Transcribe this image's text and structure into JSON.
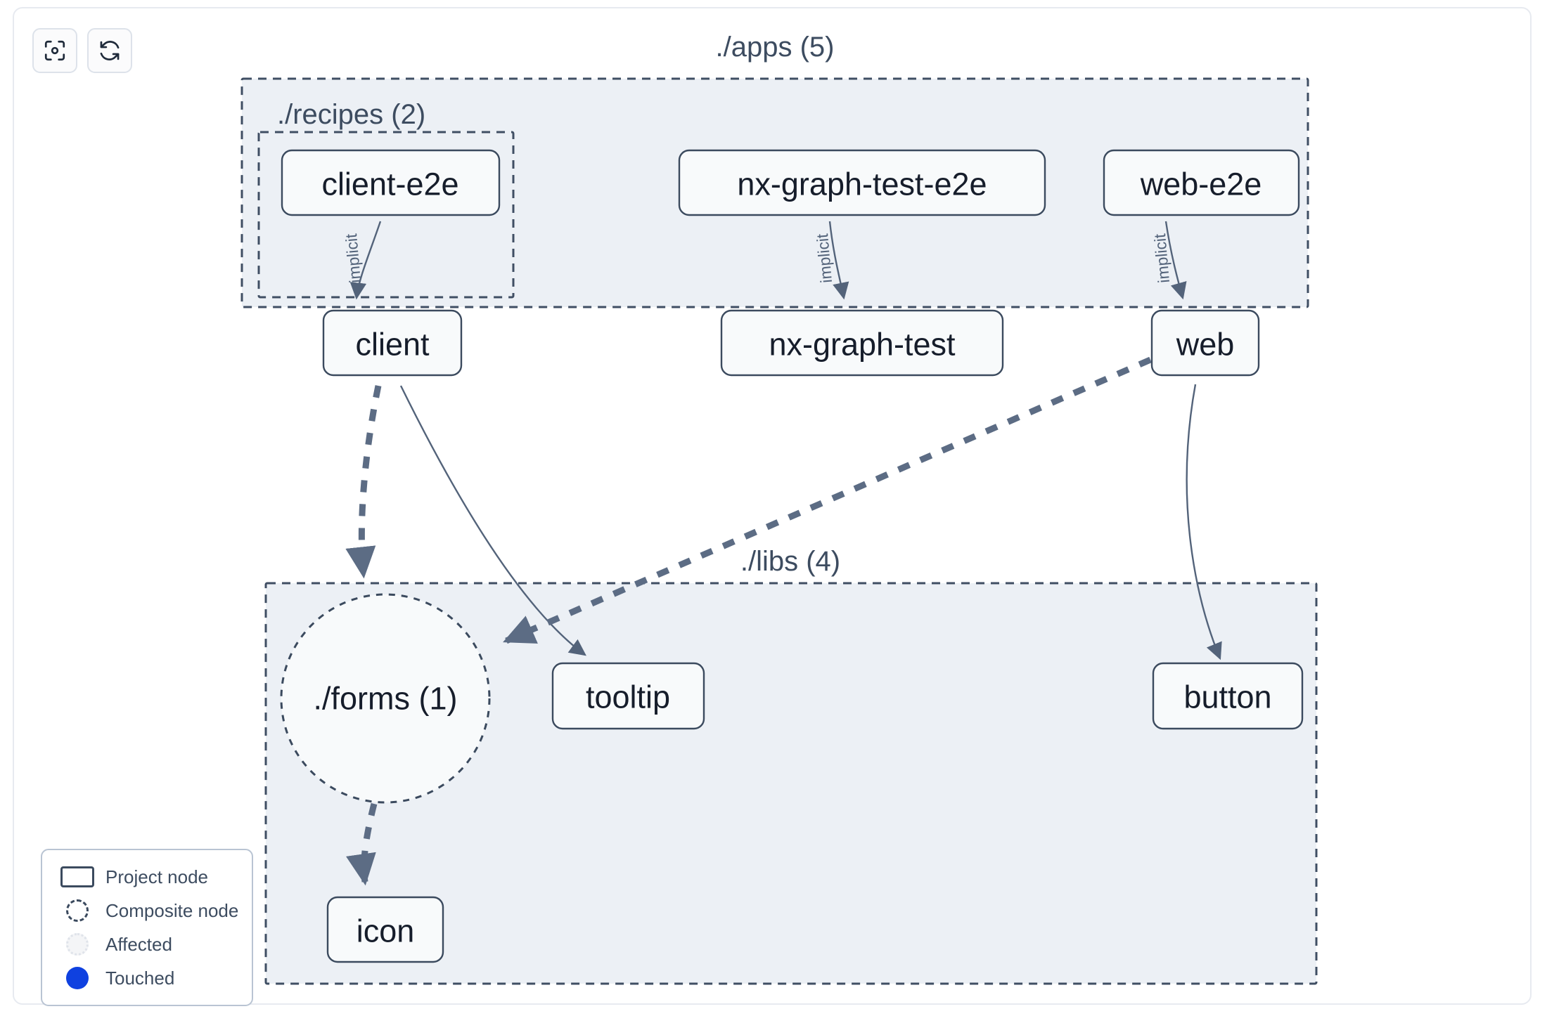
{
  "toolbar": {
    "buttons": [
      {
        "name": "focus-graph-button",
        "icon": "focus-target-icon"
      },
      {
        "name": "refresh-graph-button",
        "icon": "refresh-icon"
      }
    ]
  },
  "graph": {
    "groups": [
      {
        "id": "apps",
        "label": "./apps (5)",
        "label_align": "center"
      },
      {
        "id": "recipes",
        "label": "./recipes (2)",
        "label_align": "left"
      },
      {
        "id": "libs",
        "label": "./libs (4)",
        "label_align": "center"
      }
    ],
    "nodes": [
      {
        "id": "client-e2e",
        "label": "client-e2e",
        "type": "project"
      },
      {
        "id": "nx-graph-test-e2e",
        "label": "nx-graph-test-e2e",
        "type": "project"
      },
      {
        "id": "web-e2e",
        "label": "web-e2e",
        "type": "project"
      },
      {
        "id": "client",
        "label": "client",
        "type": "project"
      },
      {
        "id": "nx-graph-test",
        "label": "nx-graph-test",
        "type": "project"
      },
      {
        "id": "web",
        "label": "web",
        "type": "project"
      },
      {
        "id": "forms",
        "label": "./forms (1)",
        "type": "composite"
      },
      {
        "id": "tooltip",
        "label": "tooltip",
        "type": "project"
      },
      {
        "id": "button",
        "label": "button",
        "type": "project"
      },
      {
        "id": "icon",
        "label": "icon",
        "type": "project"
      }
    ],
    "edges": [
      {
        "from": "client-e2e",
        "to": "client",
        "label": "implicit",
        "style": "thin"
      },
      {
        "from": "nx-graph-test-e2e",
        "to": "nx-graph-test",
        "label": "implicit",
        "style": "thin"
      },
      {
        "from": "web-e2e",
        "to": "web",
        "label": "implicit",
        "style": "thin"
      },
      {
        "from": "client",
        "to": "forms",
        "label": "",
        "style": "thick"
      },
      {
        "from": "client",
        "to": "tooltip",
        "label": "",
        "style": "thin"
      },
      {
        "from": "web",
        "to": "forms",
        "label": "",
        "style": "thick"
      },
      {
        "from": "web",
        "to": "button",
        "label": "",
        "style": "thin"
      },
      {
        "from": "forms",
        "to": "icon",
        "label": "",
        "style": "thick"
      }
    ]
  },
  "legend": {
    "items": [
      {
        "swatch": "project-node-swatch",
        "label": "Project node"
      },
      {
        "swatch": "composite-node-swatch",
        "label": "Composite node"
      },
      {
        "swatch": "affected-swatch",
        "label": "Affected"
      },
      {
        "swatch": "touched-swatch",
        "label": "Touched"
      }
    ]
  },
  "colors": {
    "group_fill": "#ecf0f5",
    "group_stroke": "#3f4e63",
    "node_fill": "#f8fafb",
    "node_stroke": "#3b4a5e",
    "edge": "#53637a",
    "touched": "#0f41e0",
    "text": "#161d2b"
  }
}
